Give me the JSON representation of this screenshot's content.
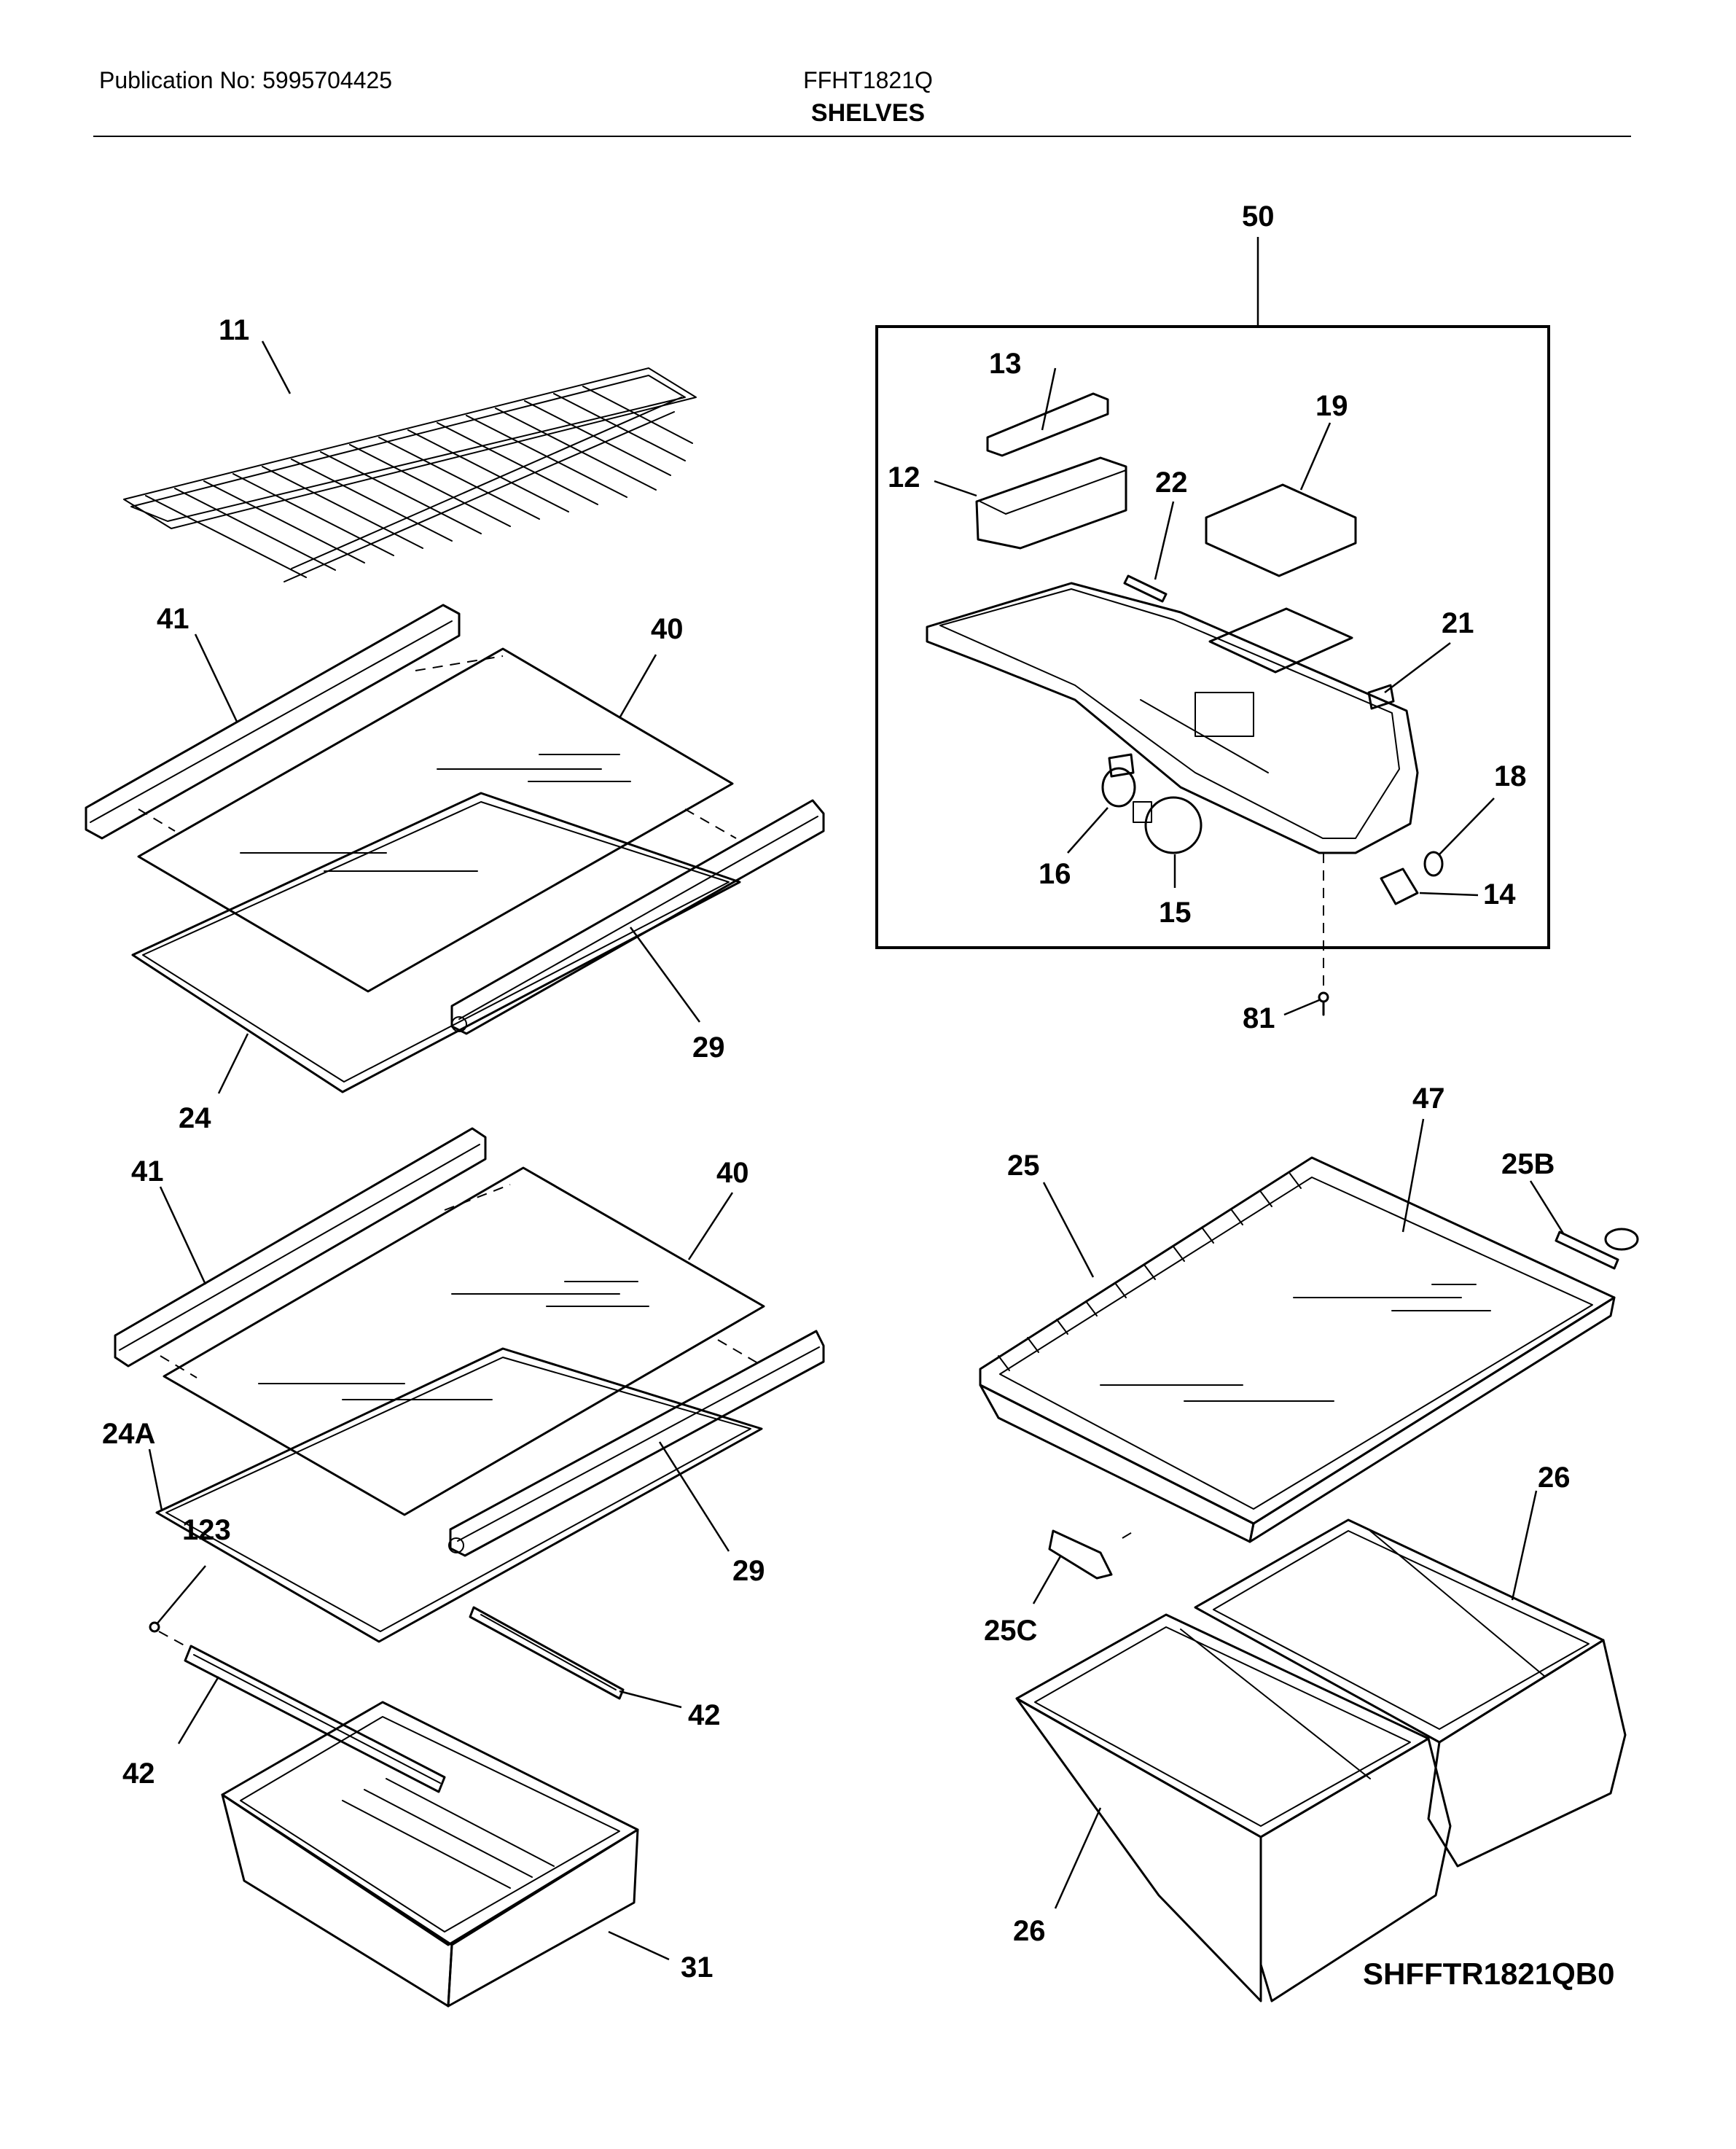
{
  "header": {
    "publication": "Publication No: 5995704425",
    "model": "FFHT1821Q",
    "section_title": "SHELVES"
  },
  "callouts": {
    "c11": "11",
    "c41a": "41",
    "c40a": "40",
    "c24": "24",
    "c29a": "29",
    "c41b": "41",
    "c40b": "40",
    "c24a": "24A",
    "c123": "123",
    "c29b": "29",
    "c42a": "42",
    "c42b": "42",
    "c31": "31",
    "c50": "50",
    "c13": "13",
    "c12": "12",
    "c22": "22",
    "c19": "19",
    "c21": "21",
    "c18": "18",
    "c16": "16",
    "c15": "15",
    "c14": "14",
    "c81": "81",
    "c47": "47",
    "c25": "25",
    "c25b": "25B",
    "c25c": "25C",
    "c26a": "26",
    "c26b": "26"
  },
  "drawing_code": "SHFFTR1821QB0"
}
